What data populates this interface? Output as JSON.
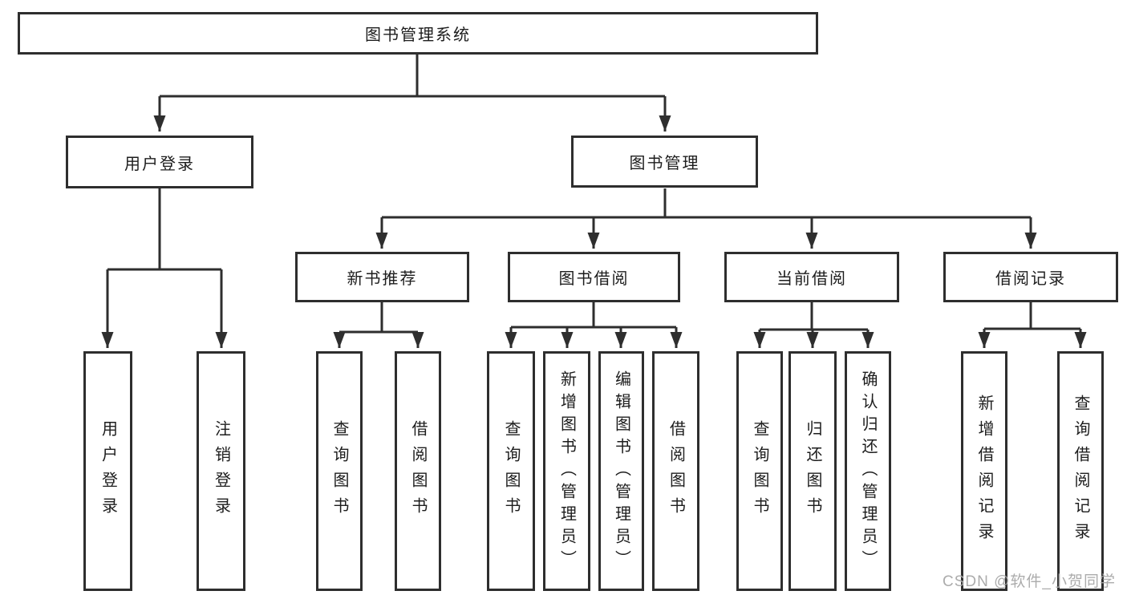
{
  "diagram": {
    "title": "图书管理系统",
    "root": {
      "label": "图书管理系统"
    },
    "user_login": {
      "label": "用户登录",
      "children": [
        {
          "label": "用户登录"
        },
        {
          "label": "注销登录"
        }
      ]
    },
    "book_mgmt": {
      "label": "图书管理",
      "sections": [
        {
          "label": "新书推荐",
          "children": [
            {
              "label": "查询图书"
            },
            {
              "label": "借阅图书"
            }
          ]
        },
        {
          "label": "图书借阅",
          "children": [
            {
              "label": "查询图书"
            },
            {
              "label": "新增图书（管理员）"
            },
            {
              "label": "编辑图书（管理员）"
            },
            {
              "label": "借阅图书"
            }
          ]
        },
        {
          "label": "当前借阅",
          "children": [
            {
              "label": "查询图书"
            },
            {
              "label": "归还图书"
            },
            {
              "label": "确认归还（管理员）"
            }
          ]
        },
        {
          "label": "借阅记录",
          "children": [
            {
              "label": "新增借阅记录"
            },
            {
              "label": "查询借阅记录"
            }
          ]
        }
      ]
    }
  },
  "watermark": {
    "text": "CSDN @软件_小贺同学"
  },
  "colors": {
    "line": "#2e2e2e",
    "border": "#2e2e2e",
    "text": "#1d1d1d",
    "background": "#ffffff",
    "watermark": "#a8a8a8"
  }
}
